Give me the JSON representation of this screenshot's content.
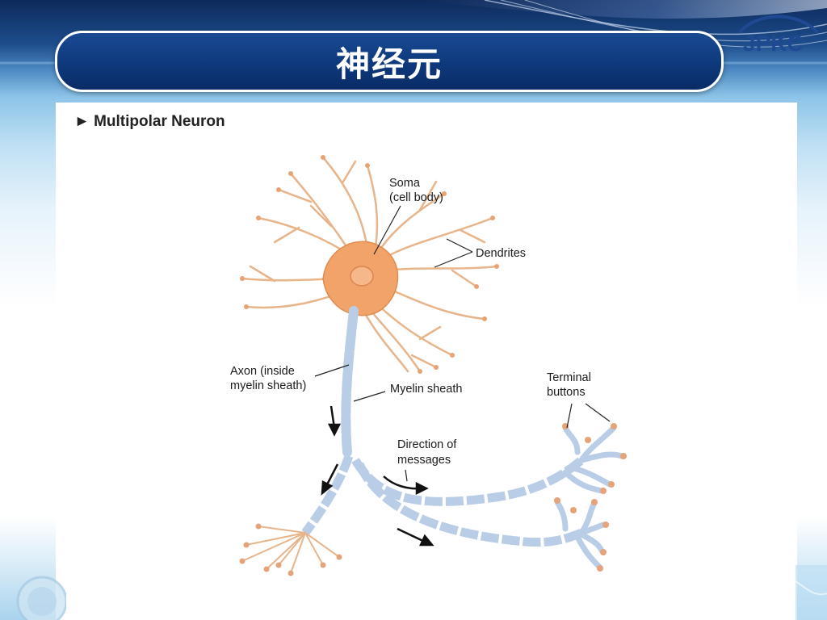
{
  "slide": {
    "title": "神经元",
    "logo_text": "JPKC"
  },
  "figure": {
    "heading": "► Multipolar Neuron",
    "labels": {
      "soma_line1": "Soma",
      "soma_line2": "(cell body)",
      "dendrites": "Dendrites",
      "axon_line1": "Axon (inside",
      "axon_line2": "myelin sheath)",
      "myelin_sheath": "Myelin sheath",
      "terminal_line1": "Terminal",
      "terminal_line2": "buttons",
      "direction_line1": "Direction of",
      "direction_line2": "messages"
    }
  },
  "colors": {
    "title_bar": "#0f3a7e",
    "soma": "#f2a36a",
    "dendrite": "#e8b48a",
    "myelin": "#b9cde6",
    "node": "#e5a37a"
  }
}
